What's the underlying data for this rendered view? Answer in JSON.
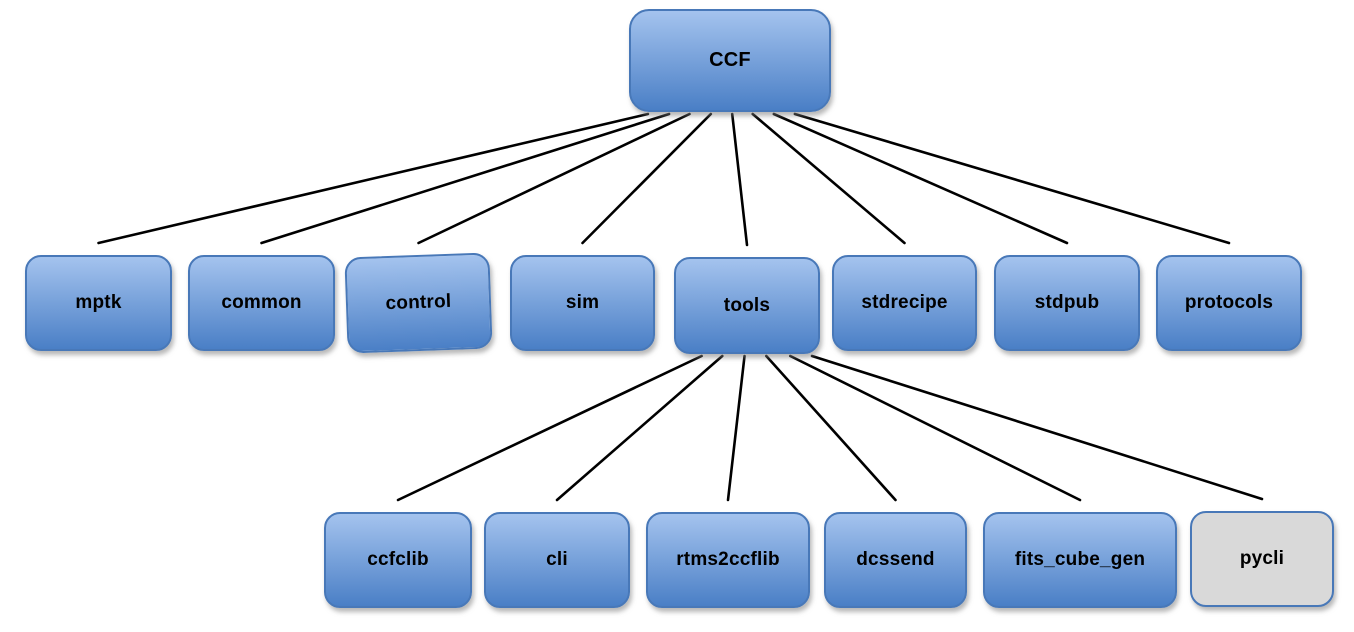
{
  "nodes": [
    {
      "id": "ccf",
      "label": "CCF",
      "variant": "blue"
    },
    {
      "id": "mptk",
      "label": "mptk",
      "variant": "blue"
    },
    {
      "id": "common",
      "label": "common",
      "variant": "blue"
    },
    {
      "id": "control",
      "label": "control",
      "variant": "blue"
    },
    {
      "id": "sim",
      "label": "sim",
      "variant": "blue"
    },
    {
      "id": "tools",
      "label": "tools",
      "variant": "blue"
    },
    {
      "id": "stdrecipe",
      "label": "stdrecipe",
      "variant": "blue"
    },
    {
      "id": "stdpub",
      "label": "stdpub",
      "variant": "blue"
    },
    {
      "id": "protocols",
      "label": "protocols",
      "variant": "blue"
    },
    {
      "id": "ccfclib",
      "label": "ccfclib",
      "variant": "blue"
    },
    {
      "id": "cli",
      "label": "cli",
      "variant": "blue"
    },
    {
      "id": "rtms2ccflib",
      "label": "rtms2ccflib",
      "variant": "blue"
    },
    {
      "id": "dcssend",
      "label": "dcssend",
      "variant": "blue"
    },
    {
      "id": "fits_cube_gen",
      "label": "fits_cube_gen",
      "variant": "blue"
    },
    {
      "id": "pycli",
      "label": "pycli",
      "variant": "gray"
    }
  ],
  "edges": [
    [
      "ccf",
      "mptk"
    ],
    [
      "ccf",
      "common"
    ],
    [
      "ccf",
      "control"
    ],
    [
      "ccf",
      "sim"
    ],
    [
      "ccf",
      "tools"
    ],
    [
      "ccf",
      "stdrecipe"
    ],
    [
      "ccf",
      "stdpub"
    ],
    [
      "ccf",
      "protocols"
    ],
    [
      "tools",
      "ccfclib"
    ],
    [
      "tools",
      "cli"
    ],
    [
      "tools",
      "rtms2ccflib"
    ],
    [
      "tools",
      "dcssend"
    ],
    [
      "tools",
      "fits_cube_gen"
    ],
    [
      "tools",
      "pycli"
    ]
  ],
  "colors": {
    "node_fill_top": "#a4c3ee",
    "node_fill_bottom": "#4a7fc6",
    "node_border": "#4878b8",
    "gray_fill": "#d9d9d9",
    "line_color": "#000000",
    "text_color": "#000000",
    "background": "#ffffff"
  }
}
